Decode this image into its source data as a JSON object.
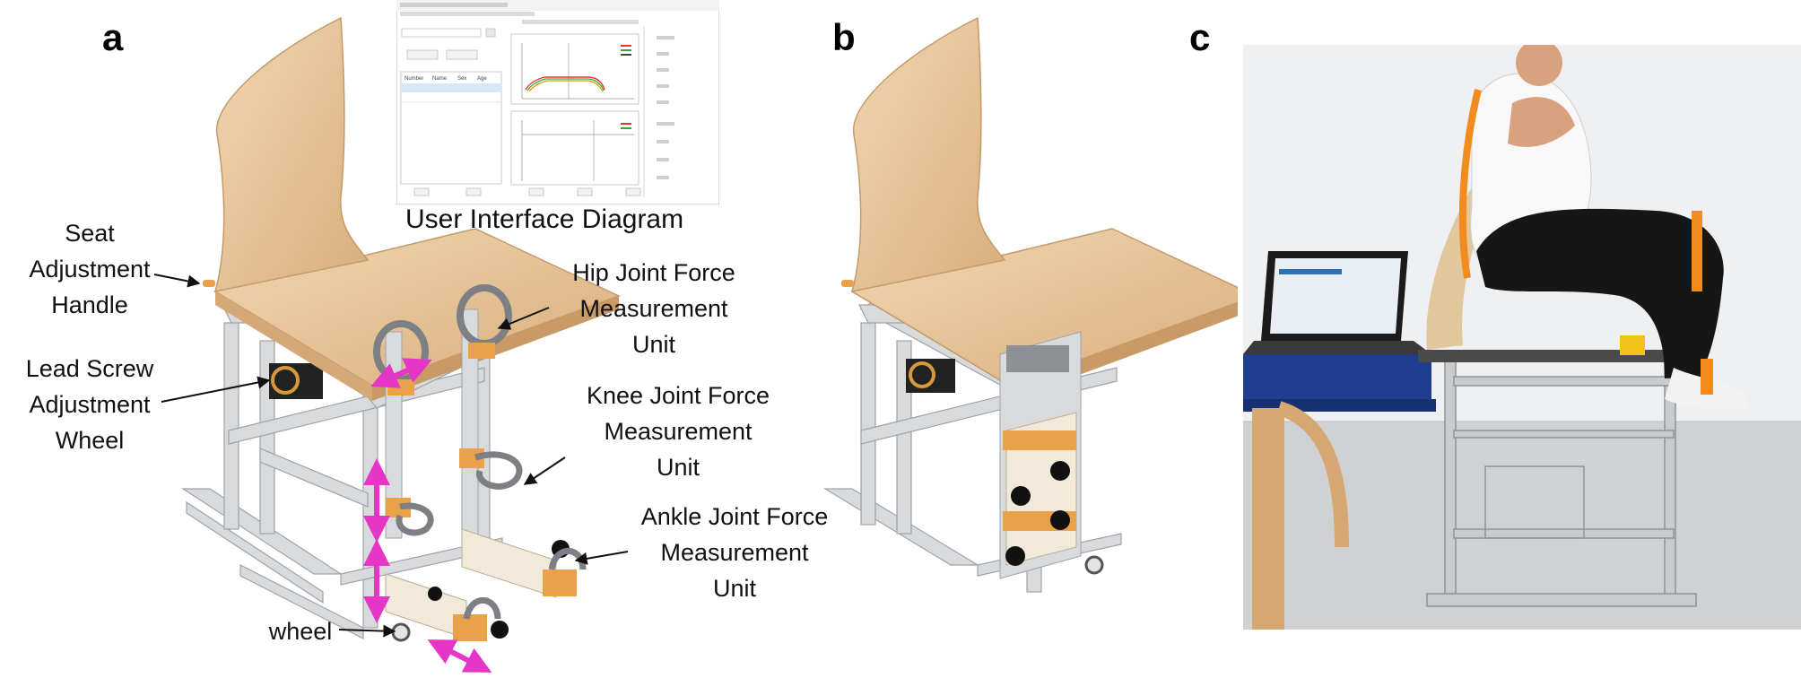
{
  "panels": {
    "a": "a",
    "b": "b",
    "c": "c"
  },
  "ui_caption": "User Interface Diagram",
  "callouts": {
    "seat_handle": [
      "Seat",
      "Adjustment",
      "Handle"
    ],
    "lead_screw": [
      "Lead Screw",
      "Adjustment",
      "Wheel"
    ],
    "hip": [
      "Hip Joint Force",
      "Measurement",
      "Unit"
    ],
    "knee": [
      "Knee Joint Force",
      "Measurement",
      "Unit"
    ],
    "ankle": [
      "Ankle Joint Force",
      "Measurement",
      "Unit"
    ],
    "wheel": "wheel"
  },
  "colors": {
    "wood": "#e8c79c",
    "wood_dark": "#d2a777",
    "aluminum": "#d8dadc",
    "aluminum_dark": "#a9adb2",
    "cuff": "#7c7f84",
    "orange_block": "#e9a24a",
    "arrow_magenta": "#e636c8",
    "strap_orange": "#f28c1e",
    "wall": "#eef0f1"
  },
  "ui_window": {
    "table_headers": [
      "Number",
      "Name",
      "Sex",
      "Age"
    ]
  }
}
